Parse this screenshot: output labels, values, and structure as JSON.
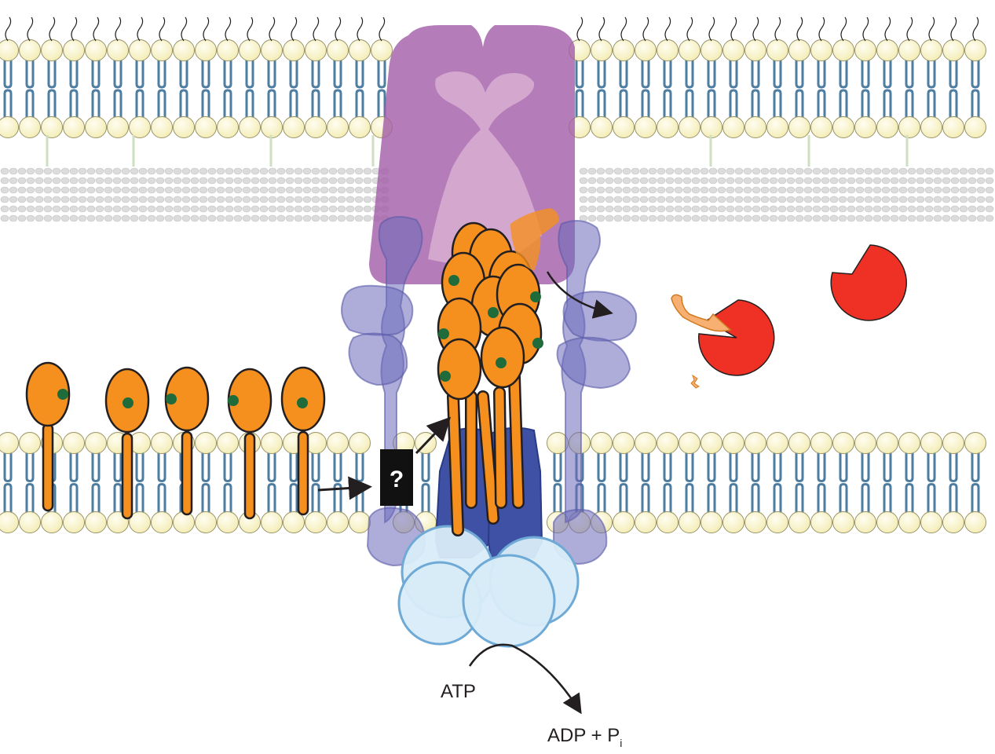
{
  "diagram": {
    "question_mark": "?",
    "atp_label": "ATP",
    "adp_label": "ADP + P",
    "adp_subscript": "i"
  },
  "colors": {
    "lipid_head": "#f8f3c4",
    "lipid_tail": "#4e7da2",
    "lipid_tail_inner": "#d7e5f0",
    "outer_channel": "#a45fa8",
    "channel_light": "#d7acd1",
    "periplasmic_adaptor": "#6b6aba",
    "inner_membrane_protein": "#3f51a5",
    "atpase": "#d8ecf8",
    "atpase_outline": "#6faad6",
    "substrate": "#f5901e",
    "substrate_dot": "#1f6b3a",
    "protease": "#ee3124",
    "peptidoglycan": "#dcdcdc",
    "question_box": "#111111"
  },
  "icons": {
    "outer_membrane": "lipid-bilayer-icon",
    "inner_membrane": "lipid-bilayer-icon",
    "cell_wall": "peptidoglycan-layer-icon",
    "substrate_molecule": "lipoprotein-substrate-icon",
    "protease": "protease-pacman-icon",
    "unknown_step": "question-box-icon"
  }
}
